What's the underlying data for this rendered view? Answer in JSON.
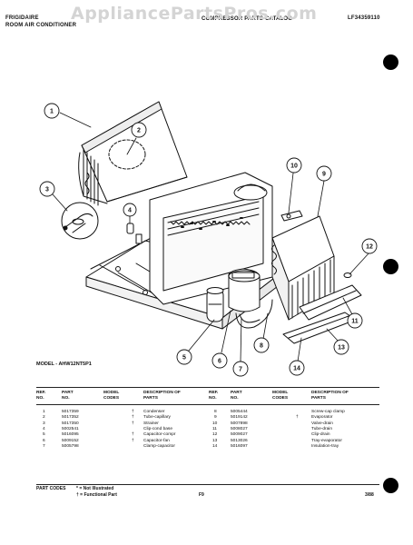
{
  "header": {
    "brand_line1": "FRIGIDAIRE",
    "brand_line2": "ROOM AIR CONDITIONER",
    "mid_text": "COMPRESSOR PARTS CATALOG",
    "catalog_no": "LF34359110"
  },
  "watermark": "AppliancePartsPros.com",
  "callouts": [
    "1",
    "2",
    "3",
    "4",
    "5",
    "6",
    "7",
    "8",
    "9",
    "10",
    "11",
    "12",
    "13",
    "14"
  ],
  "model_line": "MODEL - AHW12NT5P1",
  "table": {
    "headers": {
      "ref": "REF. NO.",
      "part": "PART NO.",
      "model": "MODEL CODES",
      "desc": "DESCRIPTION OF PARTS"
    },
    "left_rows": [
      {
        "ref": "1",
        "part": "5017359",
        "mark": "†",
        "desc": "Condenser"
      },
      {
        "ref": "2",
        "part": "5017352",
        "mark": "†",
        "desc": "Tube-capillary"
      },
      {
        "ref": "3",
        "part": "5017350",
        "mark": "†",
        "desc": "Strainer"
      },
      {
        "ref": "4",
        "part": "5002541",
        "mark": "",
        "desc": "Clip-cond base"
      },
      {
        "ref": "5",
        "part": "5016095",
        "mark": "†",
        "desc": "Capacitor-compr"
      },
      {
        "ref": "6",
        "part": "5009152",
        "mark": "†",
        "desc": "Capacitor-fan"
      },
      {
        "ref": "7",
        "part": "5005798",
        "mark": "",
        "desc": "Clamp-capacitor"
      }
    ],
    "right_rows": [
      {
        "ref": "8",
        "part": "5005444",
        "mark": "",
        "desc": "Screw-cap clamp"
      },
      {
        "ref": "9",
        "part": "5019142",
        "mark": "†",
        "desc": "Evaporator"
      },
      {
        "ref": "10",
        "part": "5007898",
        "mark": "",
        "desc": "Valve-drain"
      },
      {
        "ref": "11",
        "part": "5008027",
        "mark": "",
        "desc": "Tube-drain"
      },
      {
        "ref": "12",
        "part": "5009027",
        "mark": "",
        "desc": "Clip-drain"
      },
      {
        "ref": "13",
        "part": "5013026",
        "mark": "",
        "desc": "Tray-evaporator"
      },
      {
        "ref": "14",
        "part": "5016097",
        "mark": "",
        "desc": "Insulation-tray"
      }
    ]
  },
  "footer": {
    "part_codes_label": "PART CODES",
    "code1": "* = Not Illustrated",
    "code2": "† = Functional Part",
    "page": "F9",
    "date": "3/88"
  }
}
